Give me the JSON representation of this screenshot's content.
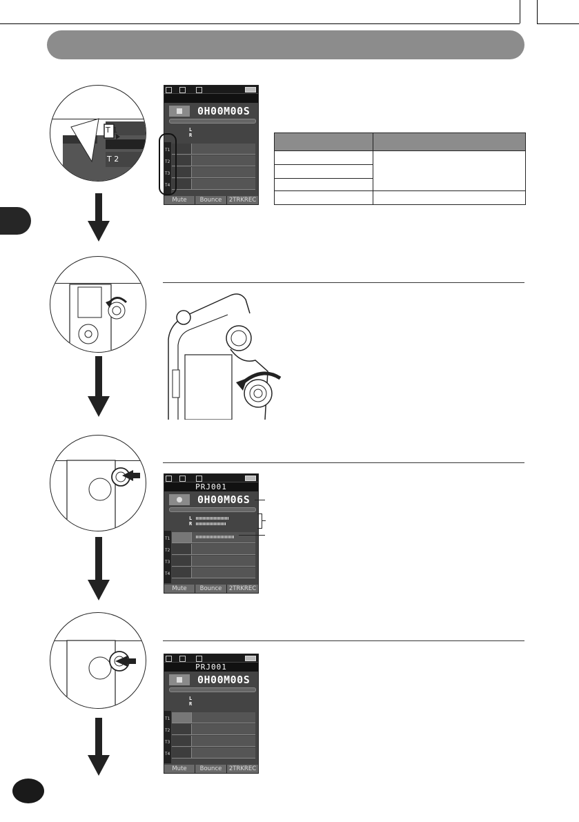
{
  "screens": {
    "screen1": {
      "timer": "0H00M00S",
      "level_l": "L",
      "level_r": "R",
      "tracks": [
        "T1",
        "T2",
        "T3",
        "T4"
      ],
      "softkeys": [
        "Mute",
        "Bounce",
        "2TRKREC"
      ]
    },
    "screen2": {
      "title": "PRJ001",
      "timer": "0H00M06S",
      "level_l": "L",
      "level_r": "R",
      "tracks": [
        "T1",
        "T2",
        "T3",
        "T4"
      ],
      "softkeys": [
        "Mute",
        "Bounce",
        "2TRKREC"
      ]
    },
    "screen3": {
      "title": "PRJ001",
      "timer": "0H00M00S",
      "level_l": "L",
      "level_r": "R",
      "tracks": [
        "T1",
        "T2",
        "T3",
        "T4"
      ],
      "softkeys": [
        "Mute",
        "Bounce",
        "2TRKREC"
      ]
    }
  },
  "zoom": {
    "track_labels": [
      "T 1",
      "T 2"
    ]
  },
  "colors": {
    "header_bar": "#8c8c8c",
    "screen_bg": "#444444",
    "page_oval": "#1a1a1a"
  },
  "icons": [
    "flow-down-arrow-icon",
    "rotate-arrow-icon",
    "press-arrow-icon",
    "battery-icon"
  ]
}
